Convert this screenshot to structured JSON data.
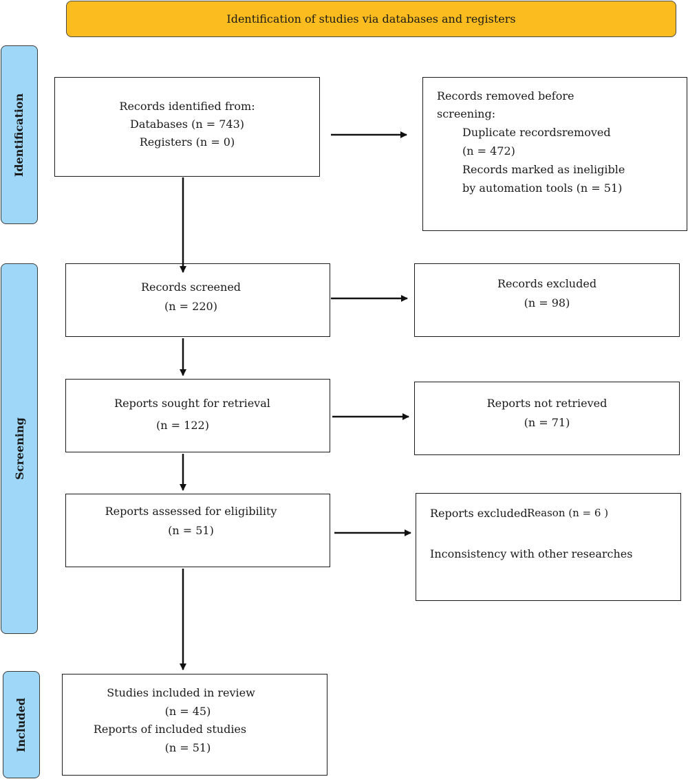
{
  "header": {
    "title": "Identification of studies via databases and registers"
  },
  "phases": {
    "identification": "Identification",
    "screening": "Screening",
    "included": "Included"
  },
  "boxes": {
    "identified": {
      "line1": "Records identified from:",
      "line2": "Databases (n = 743)",
      "line3": "Registers (n = 0)"
    },
    "removed": {
      "line1": "Records removed before",
      "line2": "screening:",
      "line3": "Duplicate recordsremoved",
      "line4": "(n = 472)",
      "line5": "Records marked as ineligible",
      "line6": "by automation tools (n = 51)"
    },
    "screened": {
      "line1": "Records screened",
      "line2": "(n = 220)"
    },
    "excluded": {
      "line1": "Records excluded",
      "line2": "(n = 98)"
    },
    "sought": {
      "line1": "Reports sought for retrieval",
      "line2": "(n = 122)"
    },
    "not_retrieved": {
      "line1": "Reports not retrieved",
      "line2": "(n = 71)"
    },
    "assessed": {
      "line1": "Reports assessed for eligibility",
      "line2": "(n = 51)"
    },
    "reports_excluded": {
      "line1": "Reports excluded:",
      "line1b": "Reason (n = 6 )",
      "line2": "Inconsistency with other researches"
    },
    "included": {
      "line1": "Studies included in review",
      "line2": "(n = 45)",
      "line3": "Reports of included studies",
      "line4": "(n = 51)"
    }
  },
  "colors": {
    "header_bg": "#fbbc1f",
    "phase_bg": "#9ed7f7"
  }
}
